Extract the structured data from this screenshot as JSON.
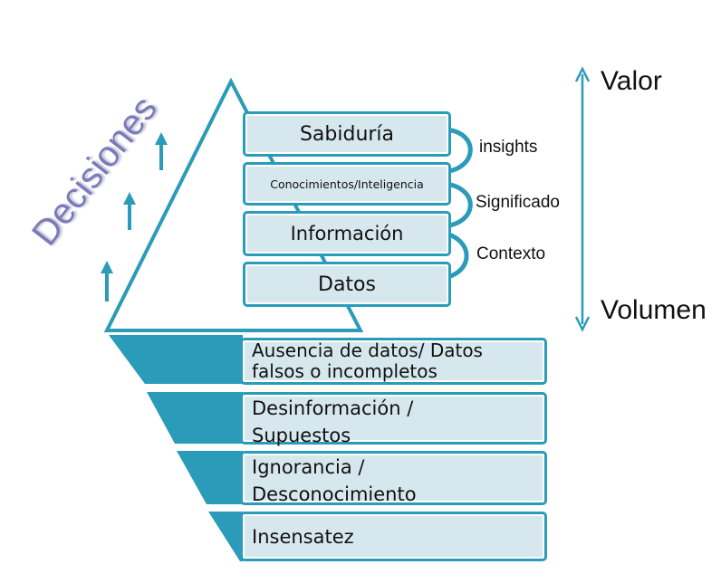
{
  "side_label": "Decisiones",
  "pyramid": {
    "levels": [
      {
        "label": "Sabiduría"
      },
      {
        "label": "Conocimientos/Inteligencia"
      },
      {
        "label": "Información"
      },
      {
        "label": "Datos"
      }
    ]
  },
  "transitions": [
    {
      "label": "insights"
    },
    {
      "label": "Significado"
    },
    {
      "label": "Contexto"
    }
  ],
  "scale": {
    "top_label": "Valor",
    "bottom_label": "Volumen"
  },
  "inverted": {
    "levels": [
      {
        "line1": "Ausencia de datos/ Datos",
        "line2": "falsos o incompletos"
      },
      {
        "line1": "Desinformación /",
        "line2": "Supuestos"
      },
      {
        "line1": "Ignorancia /",
        "line2": "Desconocimiento"
      },
      {
        "line1": "Insensatez",
        "line2": ""
      }
    ]
  },
  "colors": {
    "teal": "#2a9bb8",
    "box_fill": "#d6e8ee",
    "decisiones_text": "#7b7bb8"
  }
}
